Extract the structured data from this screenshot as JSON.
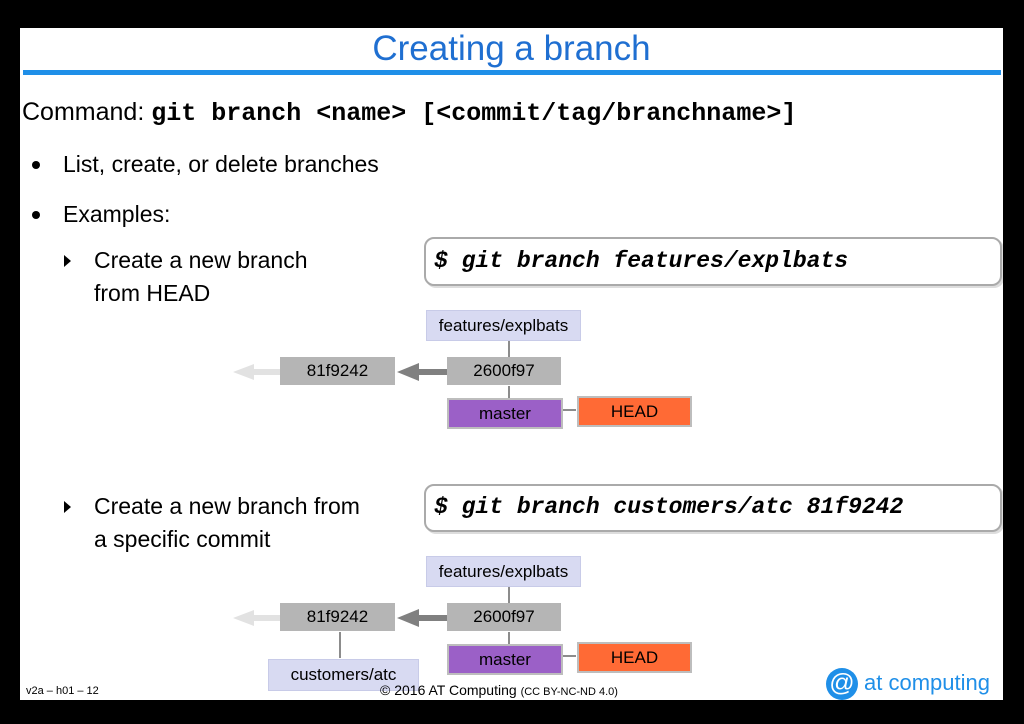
{
  "slide": {
    "title": "Creating a branch",
    "command_label": "Command:",
    "command_code": "git branch <name> [<commit/tag/branchname>]",
    "bullets": [
      "List, create, or delete branches",
      "Examples:"
    ],
    "examples": [
      {
        "text_line1": "Create a new branch",
        "text_line2": "from HEAD",
        "command": "$ git branch features/explbats",
        "diagram": {
          "branch_label": "features/explbats",
          "commit_left": "81f9242",
          "commit_right": "2600f97",
          "master_label": "master",
          "head_label": "HEAD"
        }
      },
      {
        "text_line1": "Create a new branch from",
        "text_line2": "a specific commit",
        "command": "$ git branch customers/atc 81f9242",
        "diagram": {
          "branch_label": "features/explbats",
          "commit_left": "81f9242",
          "commit_right": "2600f97",
          "master_label": "master",
          "head_label": "HEAD",
          "extra_branch_label": "customers/atc"
        }
      }
    ],
    "footer": {
      "left": "v2a – h01 – 12",
      "center": "© 2016 AT Computing",
      "center_small": "(CC BY-NC-ND 4.0)",
      "logo_symbol": "@",
      "logo_text": "at computing"
    }
  },
  "colors": {
    "title": "#1f6fd1",
    "rule": "#1f8fe8",
    "branch_box": "#d8daf2",
    "commit_box": "#b5b5b5",
    "master_box": "#9b60c7",
    "head_box": "#ff6a35"
  }
}
